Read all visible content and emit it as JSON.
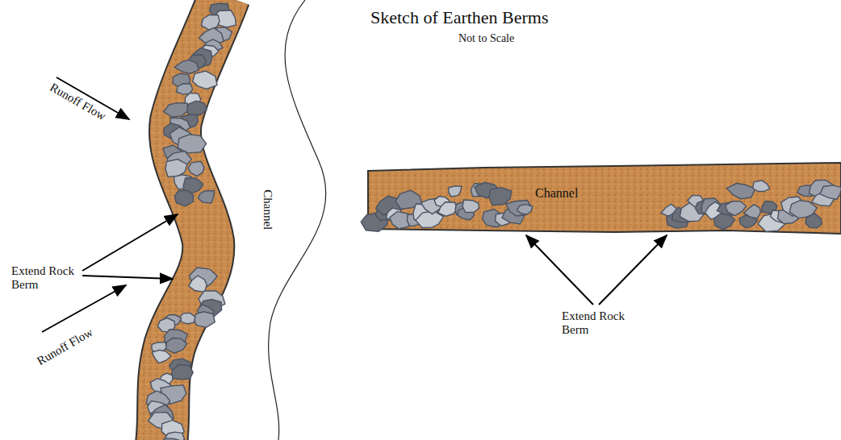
{
  "diagram": {
    "title": "Sketch of Earthen Berms",
    "labels": [
      "Not to Scale",
      "Runoff Flow",
      "Channel",
      "Channel",
      "Runoff Flow",
      "Extend Rock Berm",
      "Extend Rock Berm"
    ]
  }
}
